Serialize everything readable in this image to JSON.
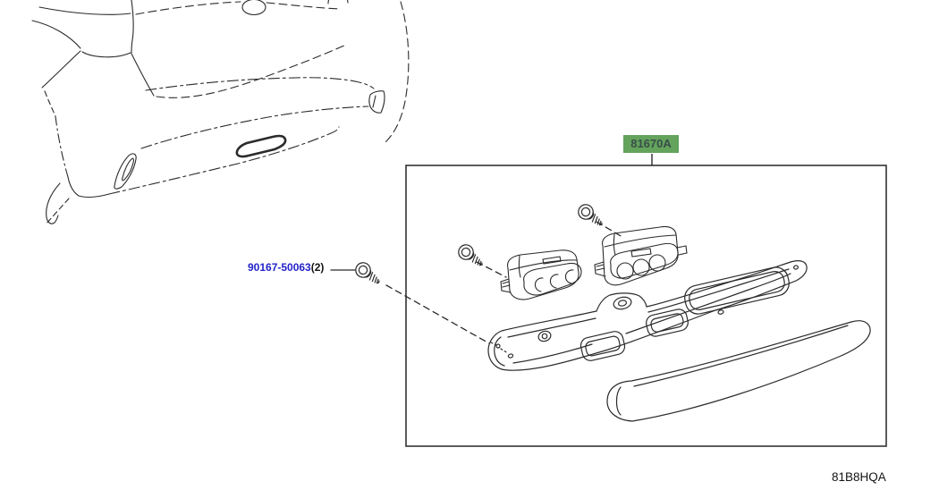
{
  "diagram": {
    "assembly_ref_label": "81670A",
    "part_number": "90167-50063",
    "part_quantity": "(2)",
    "figure_code": "81B8HQA",
    "parts": {
      "highlighted_assembly": "rear license plate lamp assembly",
      "screw_count_shown": 3
    }
  },
  "colors": {
    "highlight_bg": "#63a35c",
    "highlight_text": "#3a4f49",
    "link_blue": "#2323cb",
    "line": "#2b2b2b"
  }
}
